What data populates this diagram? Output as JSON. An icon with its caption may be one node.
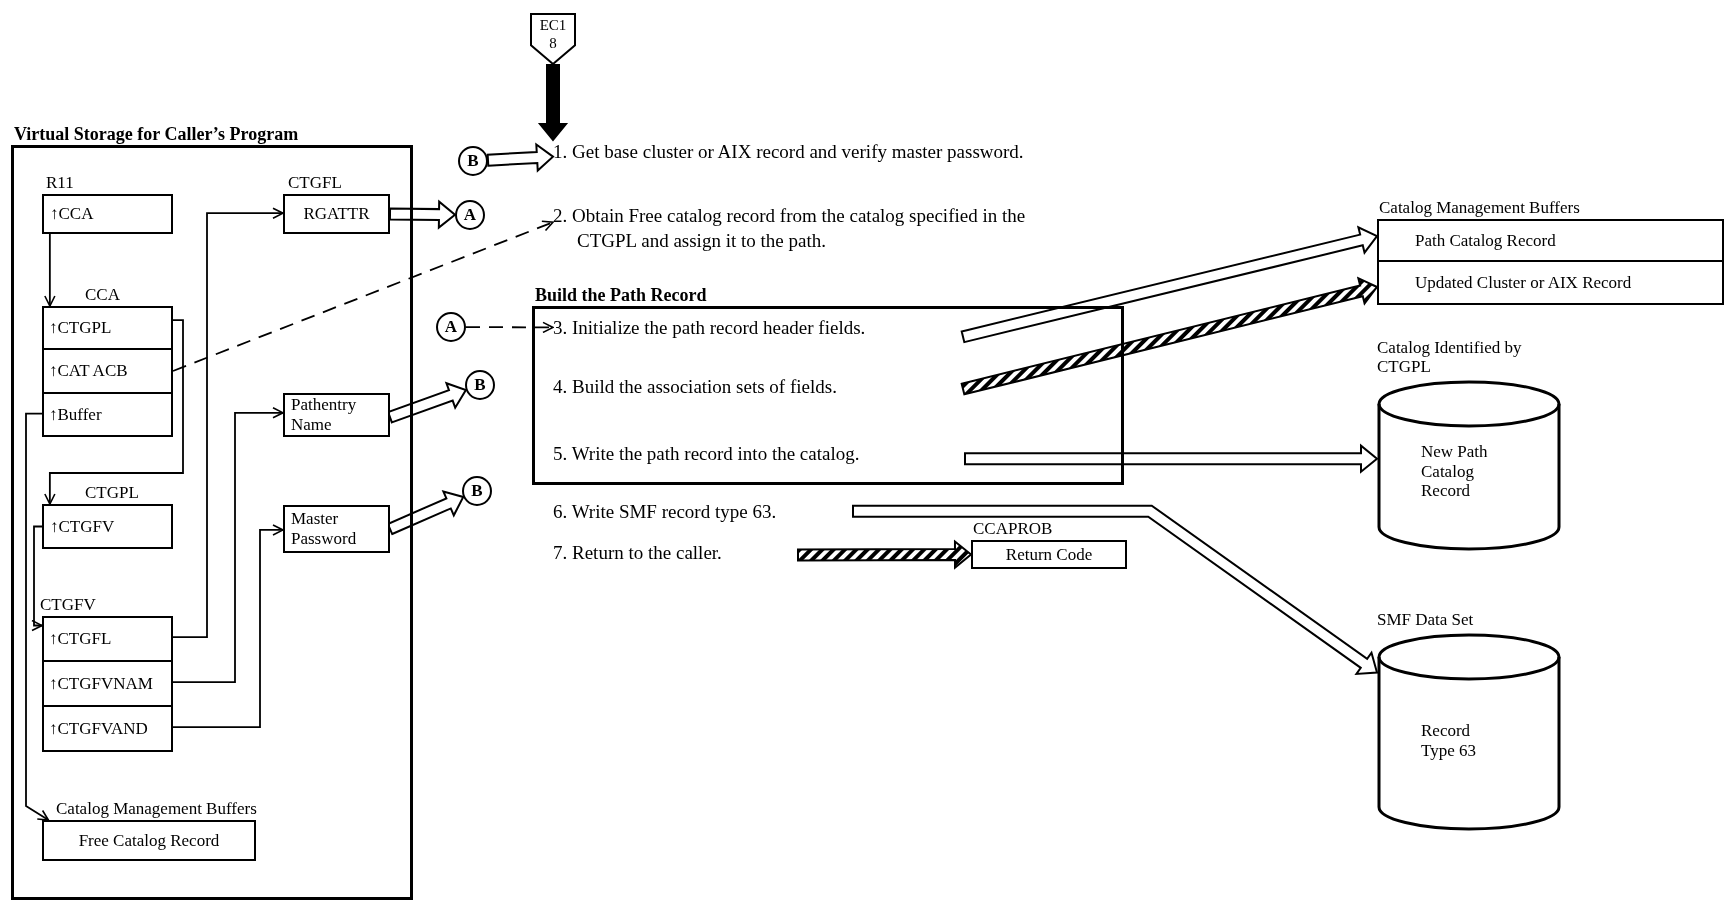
{
  "diagram": {
    "nodes": [
      {
        "text": [
          "Virtual Storage for Caller’s Program"
        ]
      },
      {
        "text": [
          "R11",
          "↑CCA"
        ],
        "in": 0
      },
      {
        "text": [
          "CCA"
        ],
        "in": 0
      },
      {
        "text": [
          "↑CTGPL"
        ],
        "in": 2
      },
      {
        "text": [
          "↑CAT ACB"
        ],
        "in": 2
      },
      {
        "text": [
          "↑Buffer"
        ],
        "in": 2
      },
      {
        "text": [
          "CTGPL",
          "↑CTGFV"
        ],
        "in": 0
      },
      {
        "text": [
          "CTGFV"
        ],
        "in": 0
      },
      {
        "text": [
          "↑CTGFL"
        ],
        "in": 7
      },
      {
        "text": [
          "↑CTGFVNAM"
        ],
        "in": 7
      },
      {
        "text": [
          "↑CTGFVAND"
        ],
        "in": 7
      },
      {
        "text": [
          "Catalog Management Buffers",
          "Free Catalog Record"
        ],
        "in": 0
      },
      {
        "text": [
          "CTGFL",
          "RGATTR"
        ],
        "in": 0
      },
      {
        "text": [
          "Pathentry Name"
        ],
        "in": 0
      },
      {
        "text": [
          "Master Password"
        ],
        "in": 0
      },
      {
        "text": [
          "A"
        ]
      },
      {
        "text": [
          "B"
        ]
      },
      {
        "text": [
          "B"
        ]
      },
      {
        "text": [
          "EC1 8"
        ]
      },
      {
        "text": [
          "B"
        ]
      },
      {
        "text": [
          "1. Get base cluster or AIX record and verify master password."
        ]
      },
      {
        "text": [
          "2. Obtain Free catalog record from the catalog specified in the CTGPL and assign it to the path."
        ]
      },
      {
        "text": [
          "Build the Path Record"
        ]
      },
      {
        "text": [
          "3. Initialize the path record header fields."
        ],
        "in": 22
      },
      {
        "text": [
          "4. Build the association sets of fields."
        ],
        "in": 22
      },
      {
        "text": [
          "5. Write the path record into the catalog."
        ],
        "in": 22
      },
      {
        "text": [
          "A"
        ]
      },
      {
        "text": [
          "6. Write SMF record type 63."
        ]
      },
      {
        "text": [
          "7. Return to the caller."
        ]
      },
      {
        "text": [
          "CCAPROB",
          "Return Code"
        ]
      },
      {
        "text": [
          "Catalog Management Buffers"
        ]
      },
      {
        "text": [
          "Path Catalog Record"
        ],
        "in": 30
      },
      {
        "text": [
          "Updated Cluster or AIX Record"
        ],
        "in": 30
      },
      {
        "text": [
          "Catalog Identified by CTGPL",
          "New Path Catalog Record"
        ]
      },
      {
        "text": [
          "SMF Data Set",
          "Record Type 63"
        ]
      }
    ],
    "edges": [
      {
        "from": 1,
        "to": 2,
        "arrow": "to"
      },
      {
        "from": 3,
        "to": 6,
        "arrow": "to"
      },
      {
        "from": 4,
        "to": 21,
        "arrow": "to",
        "style": "dashed"
      },
      {
        "from": 5,
        "to": 11,
        "arrow": "to"
      },
      {
        "from": 6,
        "to": 7,
        "arrow": "to"
      },
      {
        "from": 8,
        "to": 12,
        "arrow": "to"
      },
      {
        "from": 9,
        "to": 13,
        "arrow": "to"
      },
      {
        "from": 10,
        "to": 14,
        "arrow": "to"
      },
      {
        "from": 12,
        "to": 15,
        "arrow": "to",
        "style": "thick",
        "color": "#ffffff"
      },
      {
        "from": 13,
        "to": 16,
        "arrow": "to",
        "style": "thick",
        "color": "#ffffff"
      },
      {
        "from": 14,
        "to": 17,
        "arrow": "to",
        "style": "thick",
        "color": "#ffffff"
      },
      {
        "from": 19,
        "to": 20,
        "arrow": "to",
        "style": "thick",
        "color": "#ffffff"
      },
      {
        "from": 18,
        "to": 20,
        "arrow": "to",
        "style": "thick",
        "color": "#000000"
      },
      {
        "from": 23,
        "to": 31,
        "arrow": "to",
        "style": "thick",
        "color": "#ffffff"
      },
      {
        "from": 24,
        "to": 32,
        "arrow": "to",
        "style": "thick"
      },
      {
        "from": 25,
        "to": 33,
        "arrow": "to",
        "style": "thick",
        "color": "#ffffff"
      },
      {
        "from": 27,
        "to": 34,
        "arrow": "to",
        "style": "thick",
        "color": "#ffffff"
      },
      {
        "from": 28,
        "to": 29,
        "arrow": "to",
        "style": "thick"
      },
      {
        "from": 26,
        "to": 23,
        "arrow": "to",
        "style": "dashed"
      }
    ]
  }
}
